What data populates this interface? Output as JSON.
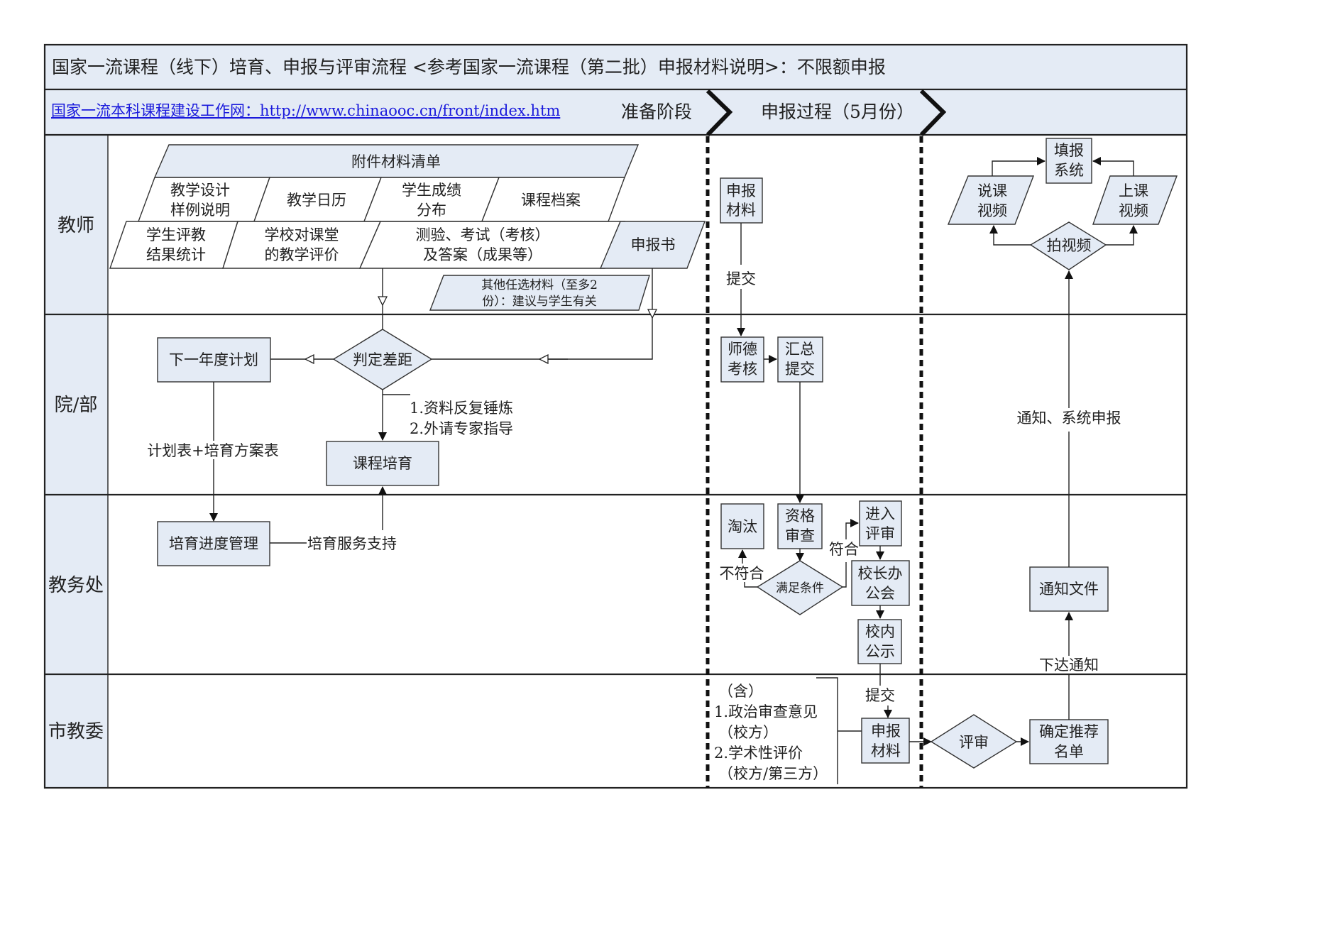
{
  "header": {
    "title": "国家一流课程（线下）培育、申报与评审流程   <参考国家一流课程（第二批）申报材料说明>：不限额申报",
    "website_link": "国家一流本科课程建设工作网：http://www.chinaooc.cn/front/index.htm",
    "phases": [
      "准备阶段",
      "申报过程（5月份）"
    ]
  },
  "lanes": [
    "教师",
    "院/部",
    "教务处",
    "市教委"
  ],
  "teacher": {
    "materials_list_title": "附件材料清单",
    "materials": [
      [
        "教学设计",
        "样例说明"
      ],
      [
        "教学日历"
      ],
      [
        "学生成绩",
        "分布"
      ],
      [
        "课程档案"
      ],
      [
        "学生评教",
        "结果统计"
      ],
      [
        "学校对课堂",
        "的教学评价"
      ],
      [
        "测验、考试（考核）",
        "及答案（成果等）"
      ]
    ],
    "optional_materials": [
      "其他任选材料（至多2",
      "份）：建议与学生有关"
    ],
    "application_form": "申报书",
    "submit_materials": [
      "申报",
      "材料"
    ],
    "submit_label": "提交",
    "videos": {
      "fill_system": [
        "填报",
        "系统"
      ],
      "lecture_talk_video": [
        "说课",
        "视频"
      ],
      "class_video": [
        "上课",
        "视频"
      ],
      "shoot_video": "拍视频"
    }
  },
  "department": {
    "judge_gap": "判定差距",
    "next_year_plan": "下一年度计划",
    "course_cultivation": "课程培育",
    "improvement_notes": [
      "1.资料反复锤炼",
      "2.外请专家指导"
    ],
    "plan_forms_label": "计划表+培育方案表",
    "ethics_review": [
      "师德",
      "考核"
    ],
    "summary_submit": [
      "汇总",
      "提交"
    ],
    "notify_system_label": "通知、系统申报"
  },
  "academic_affairs": {
    "progress_management": "培育进度管理",
    "service_support_label": "培育服务支持",
    "eliminate": "淘汰",
    "qualification_review": [
      "资格",
      "审查"
    ],
    "meets_conditions": "满足条件",
    "not_meet_label": "不符合",
    "meet_label": "符合",
    "enter_review": [
      "进入",
      "评审"
    ],
    "president_meeting": [
      "校长办",
      "公会"
    ],
    "public_notice": [
      "校内",
      "公示"
    ],
    "notice_document": "通知文件",
    "issue_notice_label": "下达通知"
  },
  "city_education_commission": {
    "includes_note": [
      "（含）",
      "1.政治审查意见",
      "（校方）",
      "2.学术性评价",
      "（校方/第三方）"
    ],
    "submit_label": "提交",
    "application_materials": [
      "申报",
      "材料"
    ],
    "review": "评审",
    "confirm_list": [
      "确定推荐",
      "名单"
    ]
  }
}
